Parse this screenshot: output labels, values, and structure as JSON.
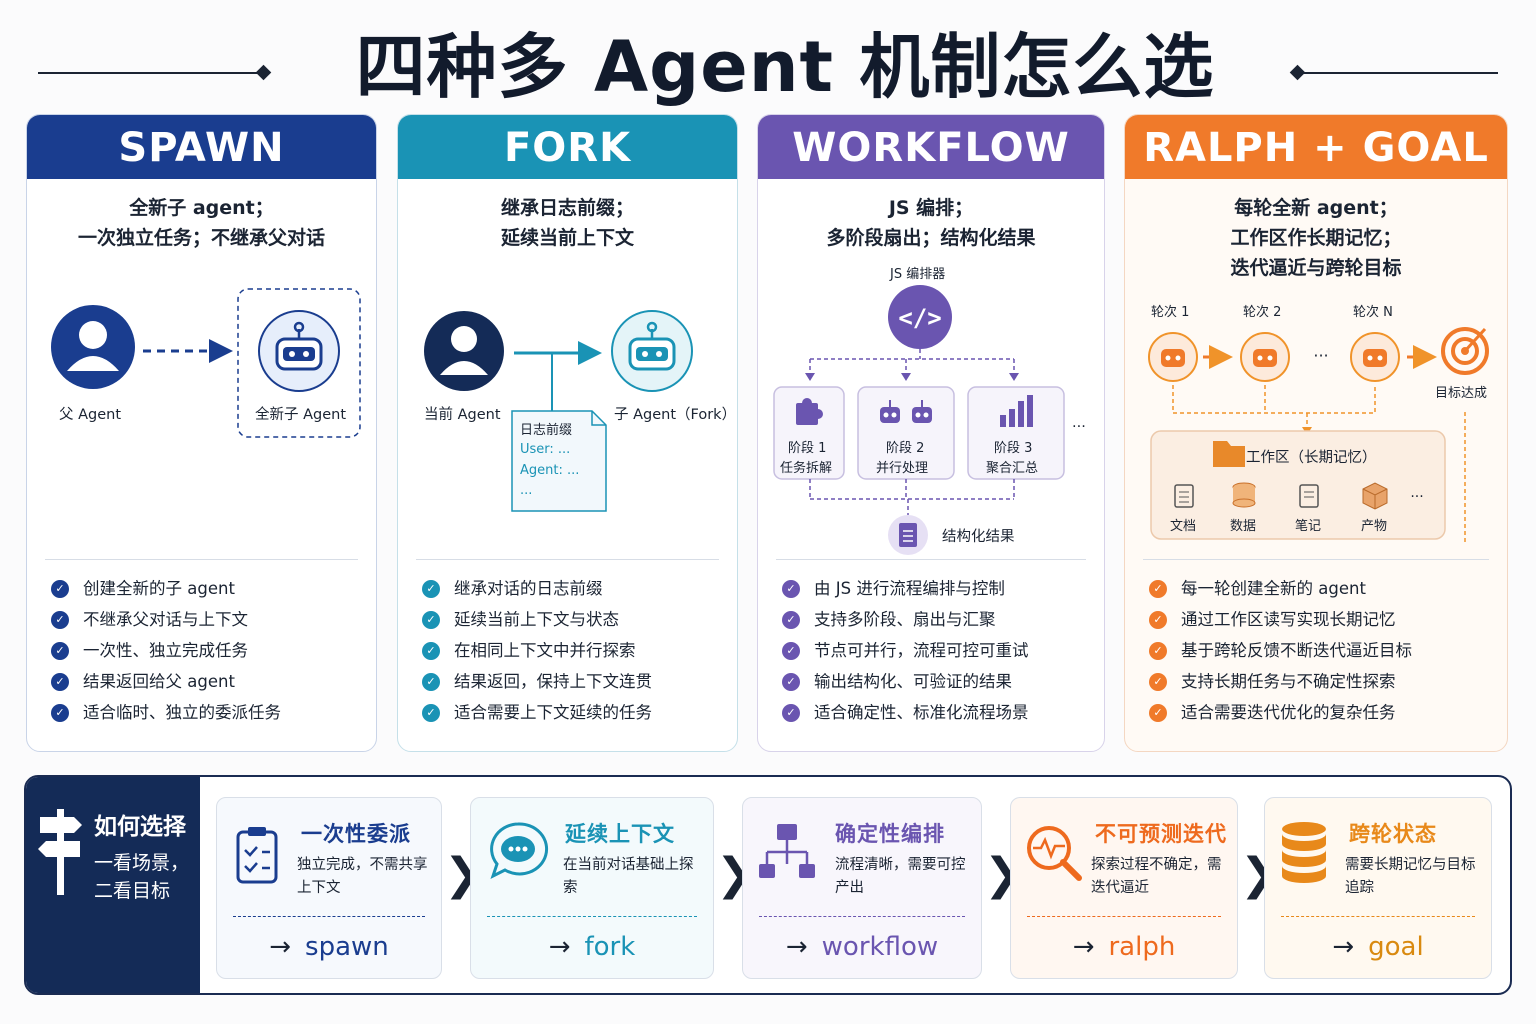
{
  "title": "四种多 Agent 机制怎么选",
  "cards": [
    {
      "name": "SPAWN",
      "desc": [
        "全新子 agent；",
        "一次独立任务；不继承父对话"
      ],
      "diagram": {
        "left_label": "父 Agent",
        "right_label": "全新子 Agent"
      },
      "bullets": [
        "创建全新的子 agent",
        "不继承父对话与上下文",
        "一次性、独立完成任务",
        "结果返回给父 agent",
        "适合临时、独立的委派任务"
      ],
      "color": "#1a3d8f"
    },
    {
      "name": "FORK",
      "desc": [
        "继承日志前缀；",
        "延续当前上下文"
      ],
      "diagram": {
        "left_label": "当前 Agent",
        "right_label": "子 Agent（Fork）",
        "doc_title": "日志前缀",
        "doc_lines": [
          "User: ...",
          "Agent: ...",
          "..."
        ]
      },
      "bullets": [
        "继承对话的日志前缀",
        "延续当前上下文与状态",
        "在相同上下文中并行探索",
        "结果返回，保持上下文连贯",
        "适合需要上下文延续的任务"
      ],
      "color": "#1a93b5"
    },
    {
      "name": "WORKFLOW",
      "desc": [
        "JS 编排；",
        "多阶段扇出；结构化结果"
      ],
      "diagram": {
        "orchestrator_label": "JS 编排器",
        "stages": [
          {
            "line1": "阶段 1",
            "line2": "任务拆解"
          },
          {
            "line1": "阶段 2",
            "line2": "并行处理"
          },
          {
            "line1": "阶段 3",
            "line2": "聚合汇总"
          }
        ],
        "ellipsis": "...",
        "result_label": "结构化结果"
      },
      "bullets": [
        "由 JS 进行流程编排与控制",
        "支持多阶段、扇出与汇聚",
        "节点可并行，流程可控可重试",
        "输出结构化、可验证的结果",
        "适合确定性、标准化流程场景"
      ],
      "color": "#6a55b0"
    },
    {
      "name": "RALPH + GOAL",
      "desc": [
        "每轮全新 agent；",
        "工作区作长期记忆；",
        "迭代逼近与跨轮目标"
      ],
      "diagram": {
        "rounds": [
          "轮次 1",
          "轮次 2",
          "轮次 N"
        ],
        "ellipsis": "...",
        "goal_label": "目标达成",
        "workspace_label": "工作区（长期记忆）",
        "items": [
          "文档",
          "数据",
          "笔记",
          "产物"
        ]
      },
      "bullets": [
        "每一轮创建全新的 agent",
        "通过工作区读写实现长期记忆",
        "基于跨轮反馈不断迭代逼近目标",
        "支持长期任务与不确定性探索",
        "适合需要迭代优化的复杂任务"
      ],
      "color": "#f07a2a"
    }
  ],
  "bottom": {
    "side_title": "如何选择",
    "side_sub": [
      "一看场景，",
      "二看目标"
    ],
    "choices": [
      {
        "title": "一次性委派",
        "desc": "独立完成，不需共享上下文",
        "result": "spawn",
        "color": "#1a3d8f",
        "icon": "clipboard-check-icon"
      },
      {
        "title": "延续上下文",
        "desc": "在当前对话基础上探索",
        "result": "fork",
        "color": "#1a93b5",
        "icon": "chat-bubble-icon"
      },
      {
        "title": "确定性编排",
        "desc": "流程清晰，需要可控产出",
        "result": "workflow",
        "color": "#6a55b0",
        "icon": "flowchart-icon"
      },
      {
        "title": "不可预测迭代",
        "desc": "探索过程不确定，需迭代逼近",
        "result": "ralph",
        "color": "#ee6a1e",
        "icon": "magnifier-pulse-icon"
      },
      {
        "title": "跨轮状态",
        "desc": "需要长期记忆与目标追踪",
        "result": "goal",
        "color": "#e8891a",
        "icon": "database-icon"
      }
    ],
    "arrow_glyph": "→",
    "chevron_glyph": "❯"
  }
}
